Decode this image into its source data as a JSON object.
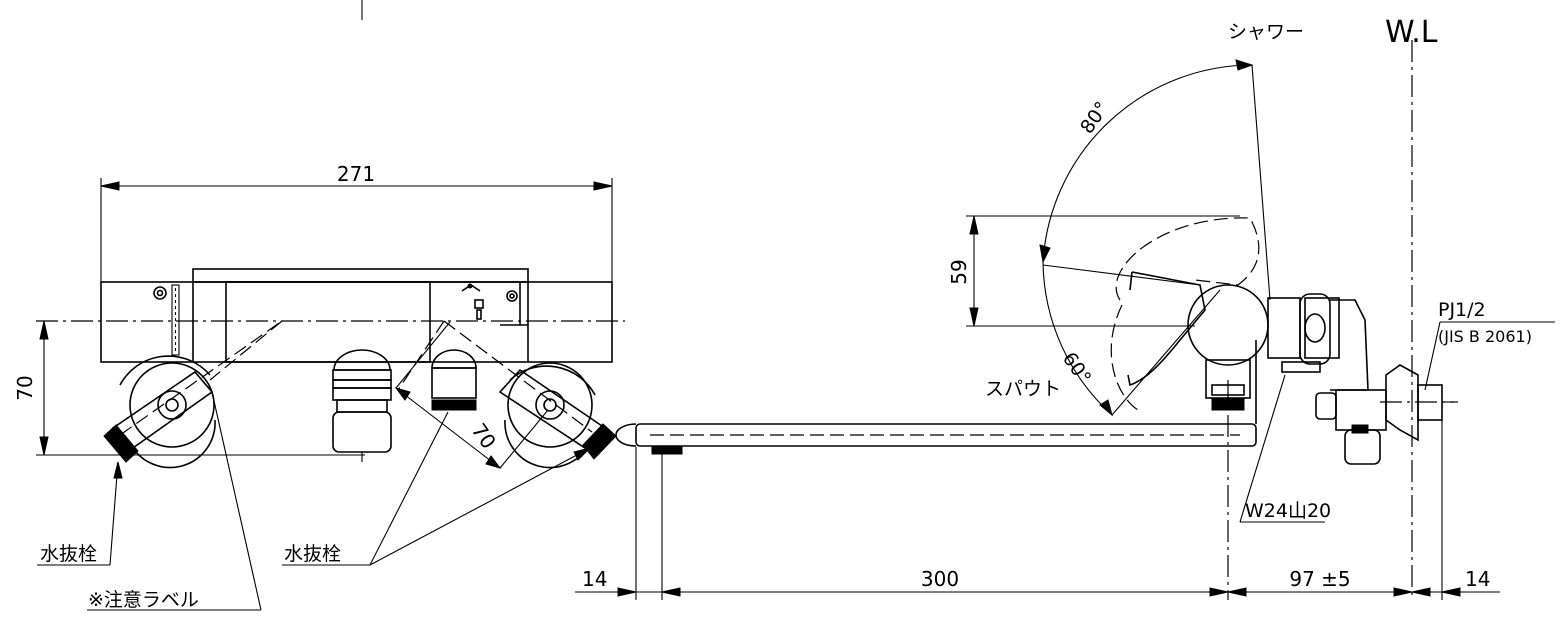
{
  "labels": {
    "shower": "シャワー",
    "water_level": "W.L",
    "spout": "スパウト",
    "drain_plug_left": "水抜栓",
    "drain_plug_center": "水抜栓",
    "caution_label": "※注意ラベル",
    "thread_spec": "W24山20",
    "pipe_thread": "PJ1/2",
    "pipe_standard": "(JIS B 2061)"
  },
  "dimensions": {
    "body_width": "271",
    "height_left": "70",
    "leg_spacing": "70",
    "shower_height": "59",
    "spout_reach": "300",
    "left_margin": "14",
    "right_margin": "14",
    "wall_offset": "97 ±5",
    "shower_angle": "80°",
    "spout_angle": "60°"
  }
}
